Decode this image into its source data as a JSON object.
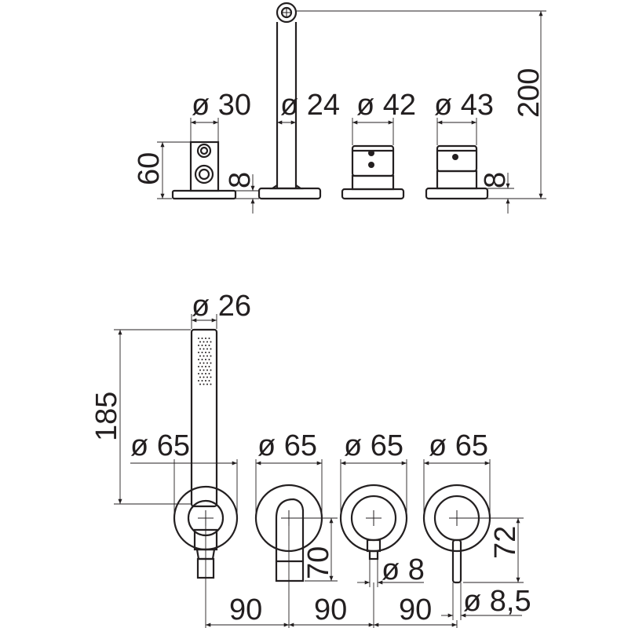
{
  "top_view": {
    "dim_handshower_holder_dia": "ø 30",
    "dim_spout_dia": "ø 24",
    "dim_diverter_dia": "ø 42",
    "dim_mixer_dia": "ø 43",
    "dim_spout_height": "200",
    "dim_holder_height": "60",
    "dim_base_left": "8",
    "dim_base_right": "8"
  },
  "bottom_view": {
    "dim_handshower_dia": "ø 26",
    "dim_handshower_length": "185",
    "dim_rosette_1": "ø 65",
    "dim_rosette_2": "ø 65",
    "dim_rosette_3": "ø 65",
    "dim_rosette_4": "ø 65",
    "dim_spout_projection": "70",
    "dim_lever_length": "72",
    "dim_diverter_pin": "ø 8",
    "dim_lever_dia": "ø 8,5",
    "dim_spacing_1": "90",
    "dim_spacing_2": "90",
    "dim_spacing_3": "90"
  },
  "line_color": "#231f20"
}
